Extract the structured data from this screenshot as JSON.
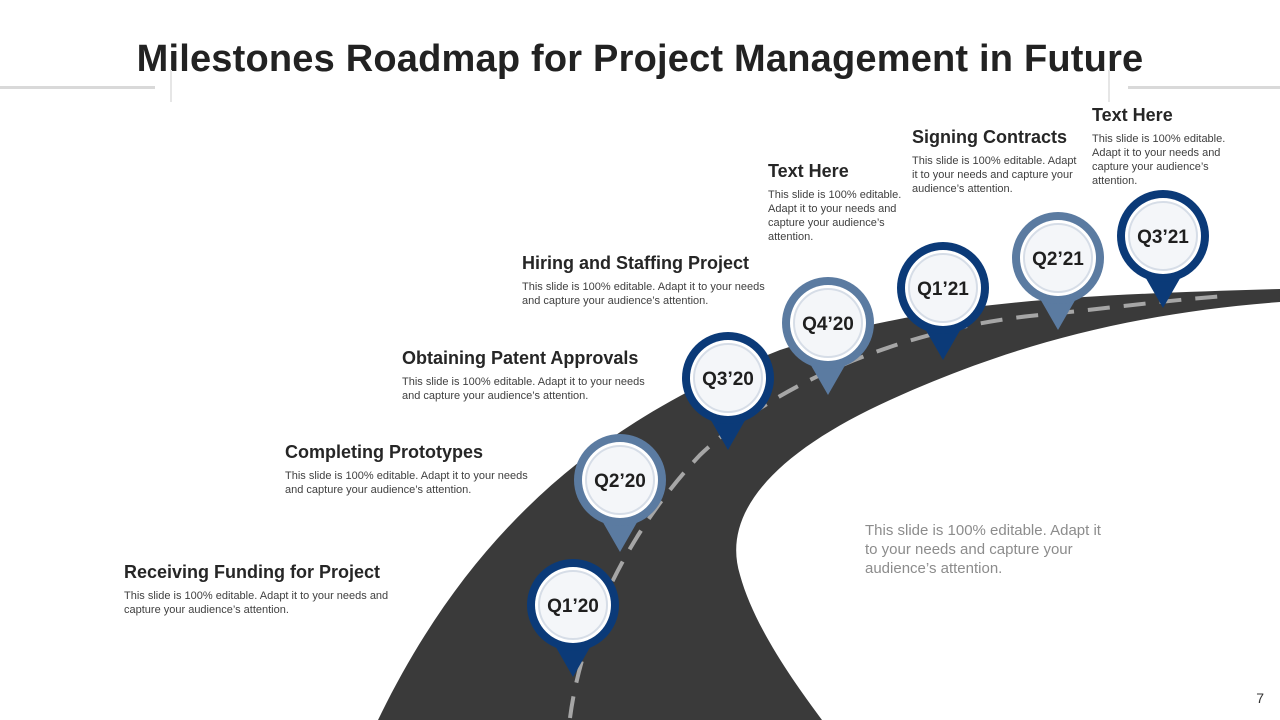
{
  "title": "Milestones Roadmap for Project Management in Future",
  "colors": {
    "dark_pin": "#0b3a78",
    "light_pin": "#5b7ba1",
    "road": "#3a3a3a",
    "dash": "#a6a6a6"
  },
  "milestones": [
    {
      "quarter": "Q1’20",
      "title": "Receiving Funding for Project",
      "desc": "This slide is 100% editable. Adapt it to your needs and capture your audience’s attention.",
      "style": "dark"
    },
    {
      "quarter": "Q2’20",
      "title": "Completing Prototypes",
      "desc": "This slide is 100% editable. Adapt it to your needs and capture your audience’s attention.",
      "style": "light"
    },
    {
      "quarter": "Q3’20",
      "title": "Obtaining Patent Approvals",
      "desc": "This slide is 100% editable. Adapt it to your needs and capture your audience’s attention.",
      "style": "dark"
    },
    {
      "quarter": "Q4’20",
      "title": "Hiring and Staffing Project",
      "desc": "This slide is 100% editable. Adapt it to your needs and capture your audience’s attention.",
      "style": "light"
    },
    {
      "quarter": "Q1’21",
      "title": "Text Here",
      "desc": "This slide is 100% editable. Adapt it to your needs and capture your audience’s attention.",
      "style": "dark"
    },
    {
      "quarter": "Q2’21",
      "title": "Signing Contracts",
      "desc": "This slide is 100% editable. Adapt it to your needs and capture your audience’s attention.",
      "style": "light"
    },
    {
      "quarter": "Q3’21",
      "title": "Text Here",
      "desc": "This slide is 100% editable. Adapt it to your needs and capture your audience’s attention.",
      "style": "dark"
    }
  ],
  "note": "This slide is 100% editable. Adapt it to your needs and capture your audience’s attention.",
  "page_number": "7"
}
